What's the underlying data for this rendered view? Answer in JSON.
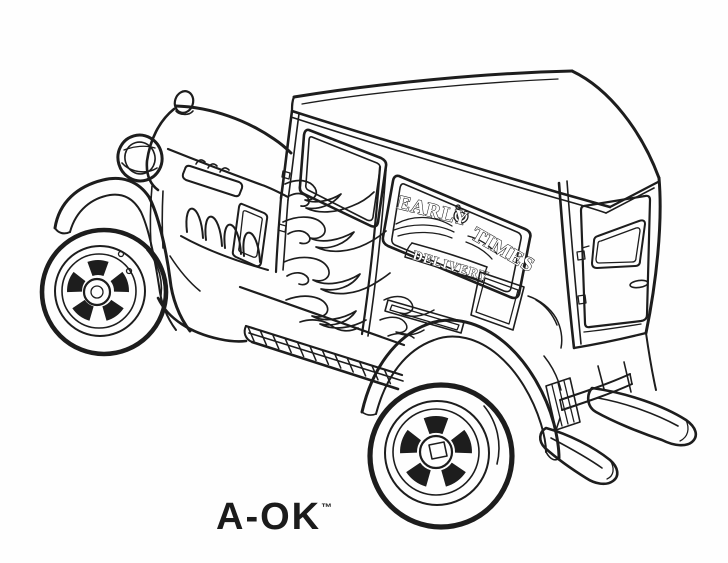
{
  "page": {
    "background_color": "#fefefe",
    "ink_color": "#1d1d1d"
  },
  "artwork": {
    "kind": "coloring-page-line-art",
    "subject": "hot-rod-delivery-truck",
    "vehicle_graphics": {
      "panel_word_1": "EARLY",
      "panel_word_2": "TIMES",
      "panel_word_3": "DELIVERY"
    },
    "caption": {
      "name": "A-OK",
      "trademark": "™"
    }
  }
}
